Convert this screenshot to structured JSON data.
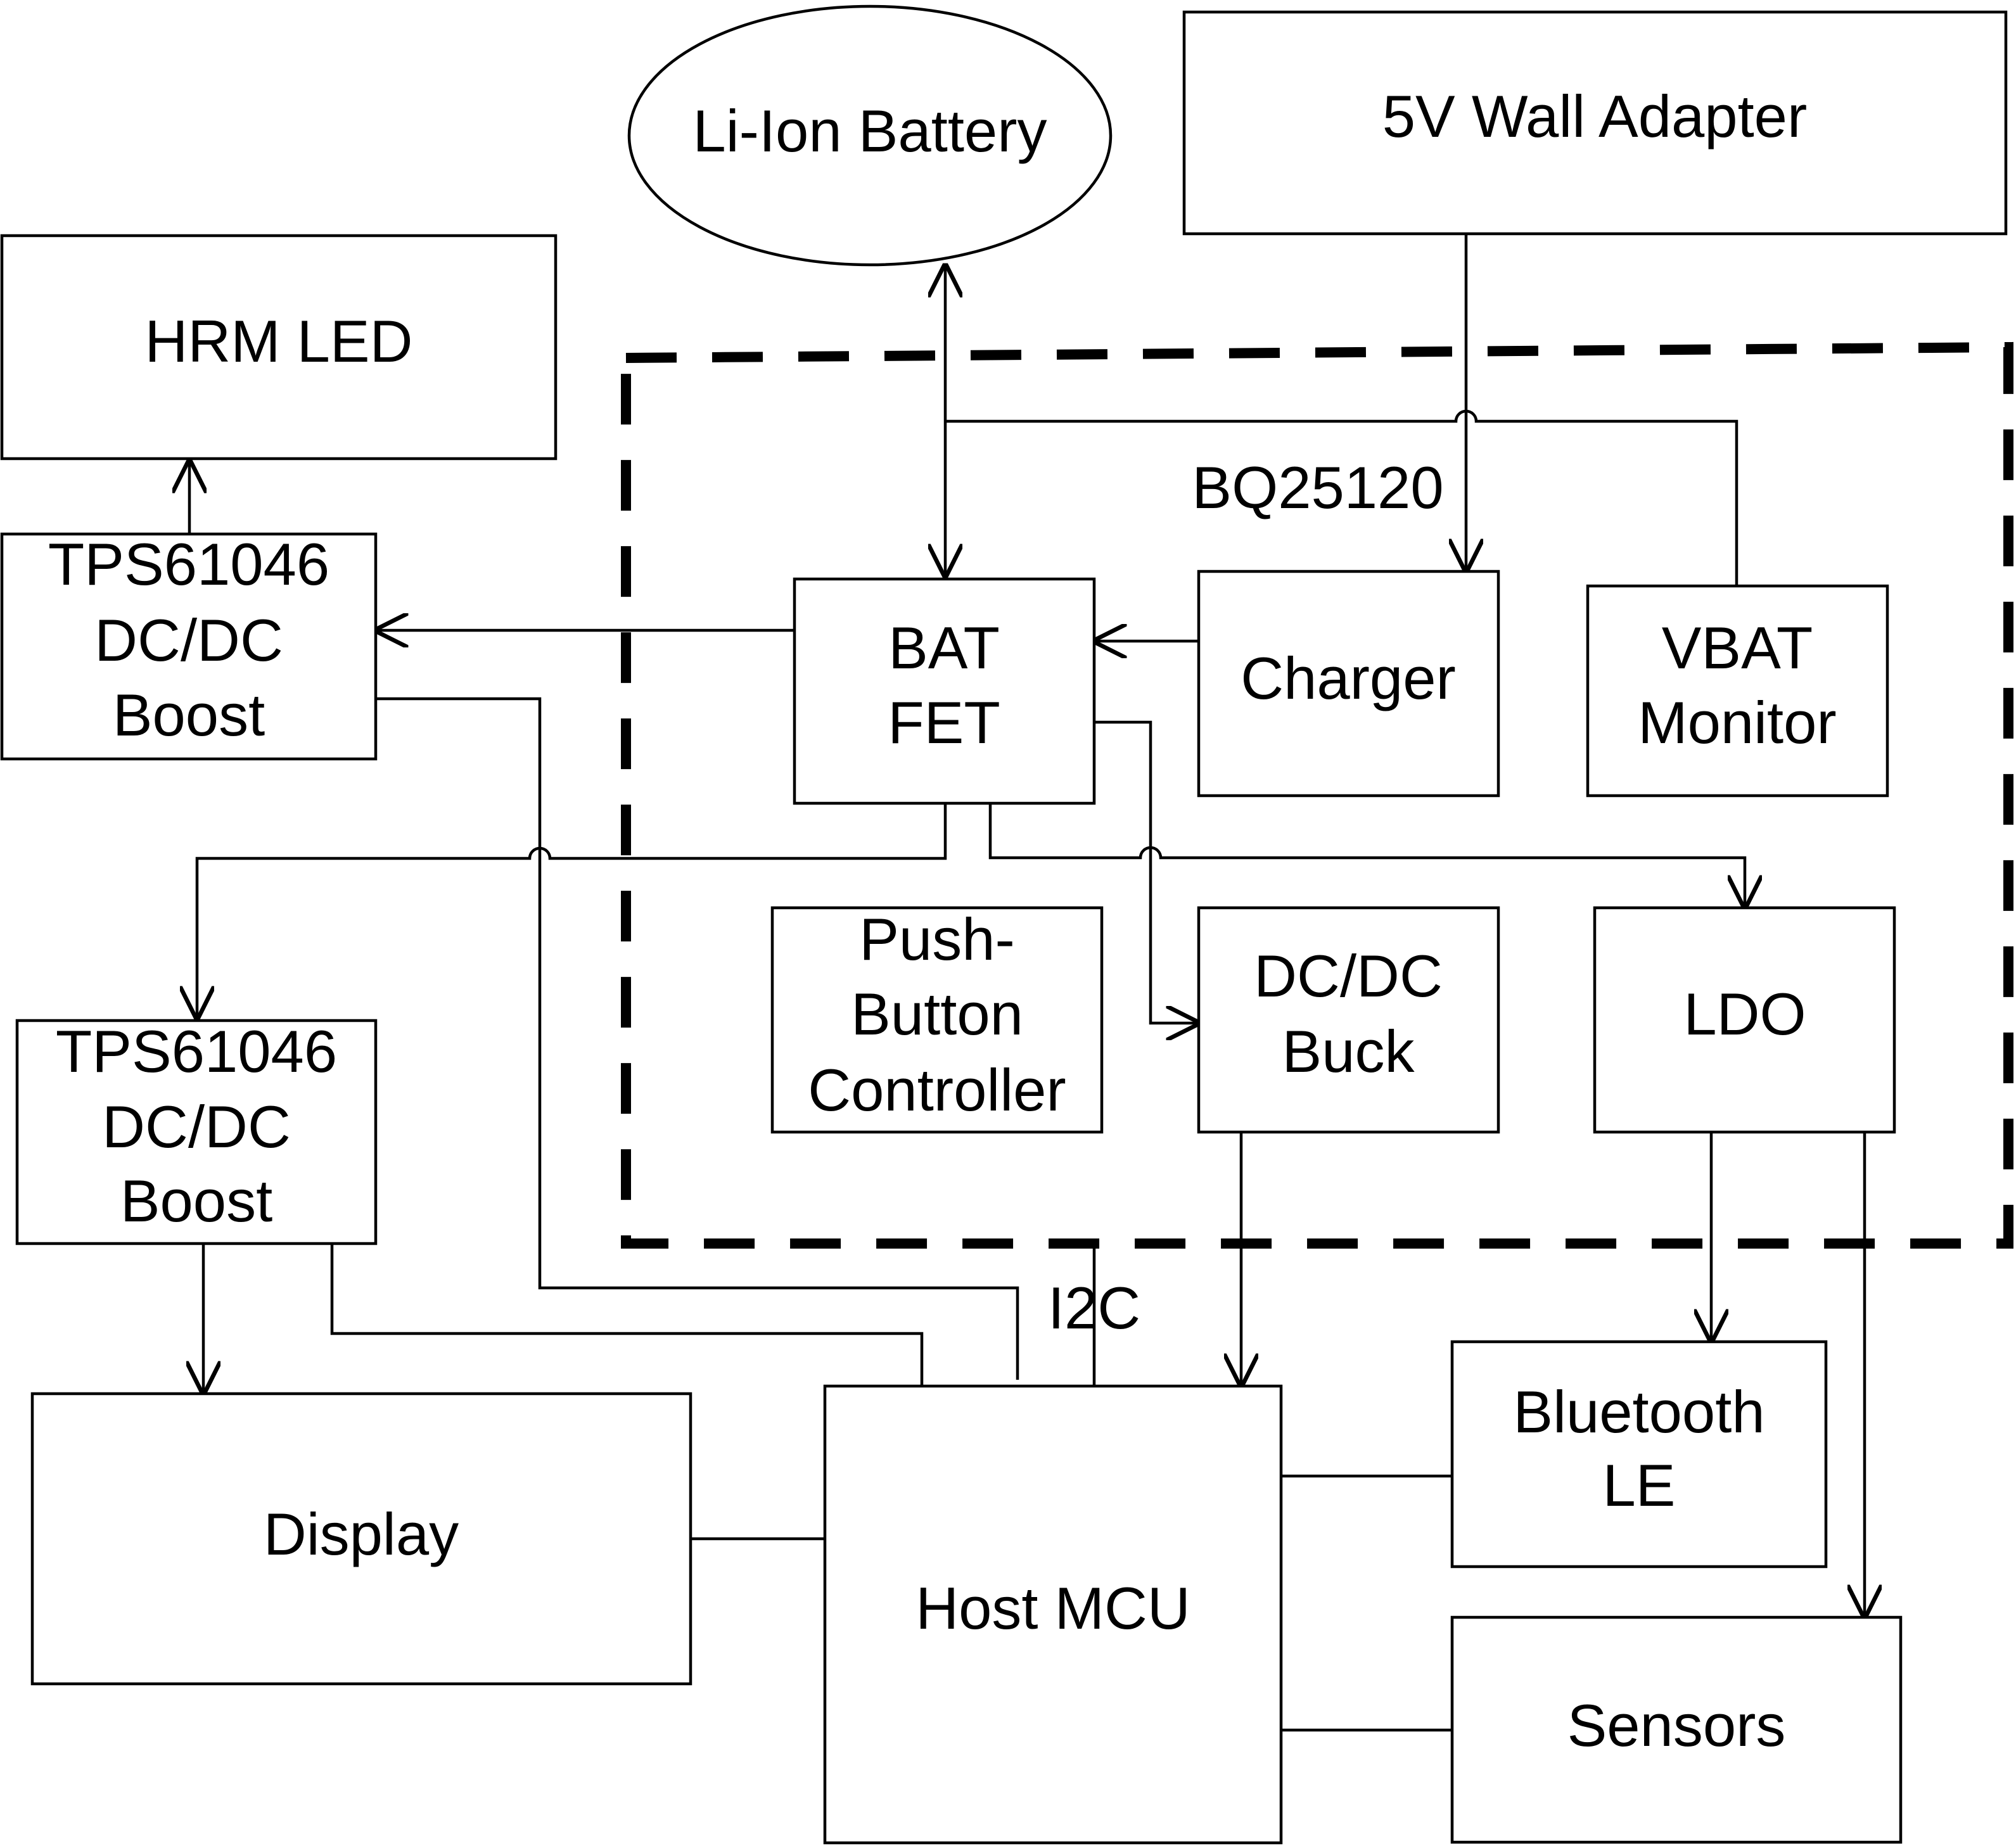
{
  "blocks": {
    "battery": [
      "Li-Ion Battery"
    ],
    "wall_adapter": [
      "5V Wall Adapter"
    ],
    "hrm_led": [
      "HRM LED"
    ],
    "boost_top": [
      "TPS61046",
      "DC/DC",
      "Boost"
    ],
    "bat_fet": [
      "BAT",
      "FET"
    ],
    "charger": [
      "Charger"
    ],
    "vbat_monitor": [
      "VBAT",
      "Monitor"
    ],
    "boost_bottom": [
      "TPS61046",
      "DC/DC",
      "Boost"
    ],
    "push_button": [
      "Push-",
      "Button",
      "Controller"
    ],
    "buck": [
      "DC/DC",
      "Buck"
    ],
    "ldo": [
      "LDO"
    ],
    "display": [
      "Display"
    ],
    "host_mcu": [
      "Host MCU"
    ],
    "bluetooth": [
      "Bluetooth",
      "LE"
    ],
    "sensors": [
      "Sensors"
    ]
  },
  "labels": {
    "chip": "BQ25120",
    "bus": "I2C"
  }
}
